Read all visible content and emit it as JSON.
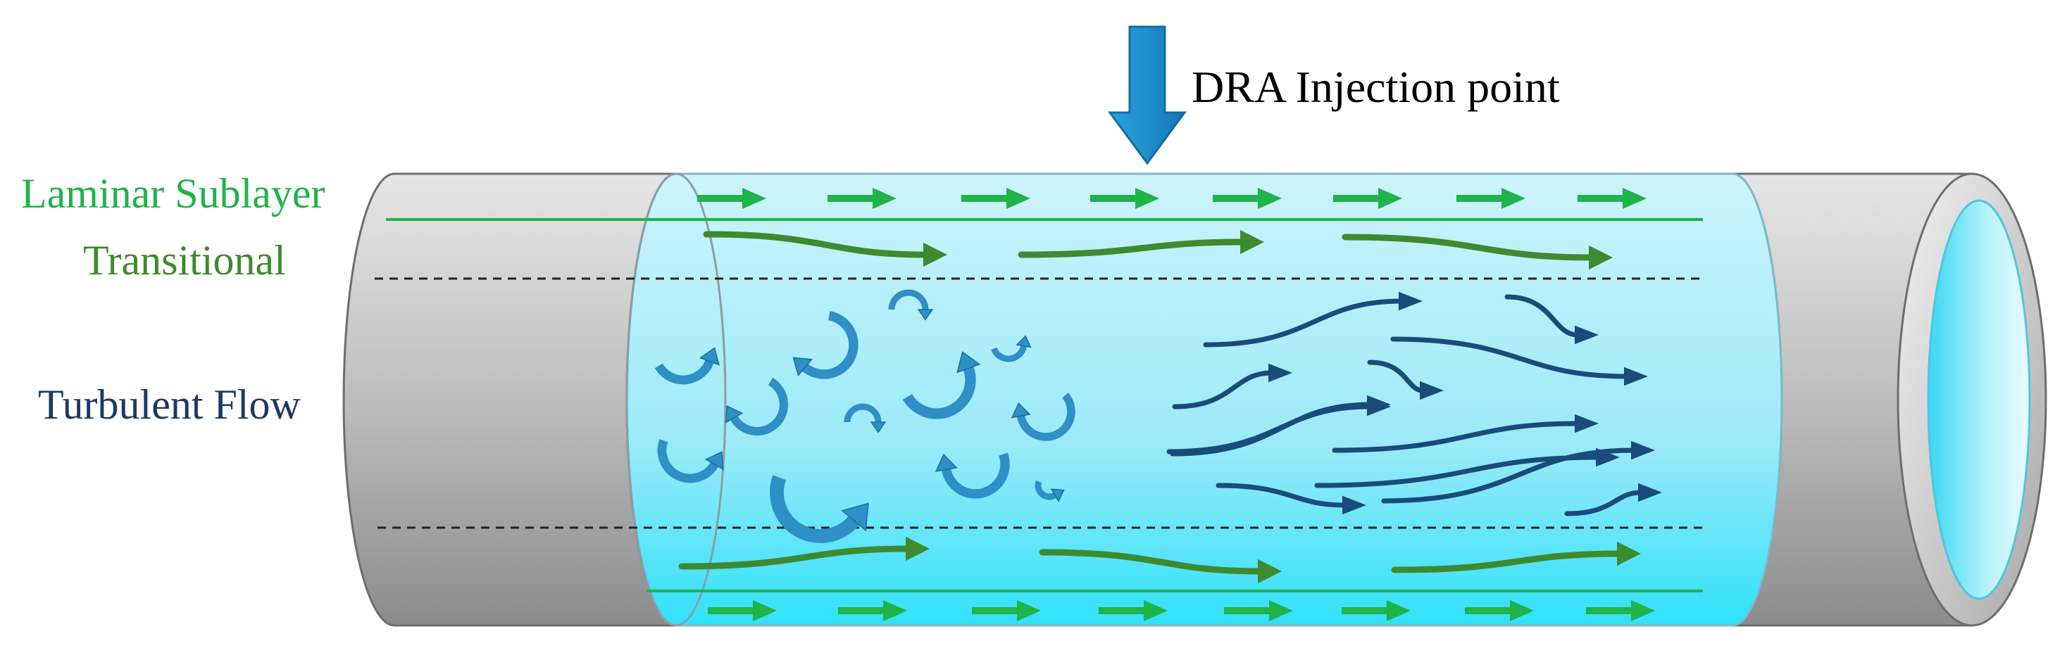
{
  "labels": {
    "injection": "DRA Injection point",
    "laminar": "Laminar Sublayer",
    "transitional": "Transitional",
    "turbulent": "Turbulent Flow"
  },
  "colors": {
    "laminar": "#1fb34a",
    "transitional": "#3e8a2e",
    "turbulent_text": "#1f3864",
    "turbulent_arrows": "#1a4b7a",
    "eddy_fill": "#2f8fc7",
    "eddy_stroke": "#1d6fa0",
    "injection_arrow": "#1b8fd0",
    "fluid_top": "#c9f3fc",
    "fluid_bottom": "#2ee1fa",
    "pipe_light": "#e3e3e3",
    "pipe_dark": "#8a8a8a"
  },
  "icons": {
    "injection": "down-arrow-icon",
    "laminar": "right-arrow-icon",
    "transitional": "curved-arrow-icon",
    "eddy": "curved-arrow-icon"
  }
}
